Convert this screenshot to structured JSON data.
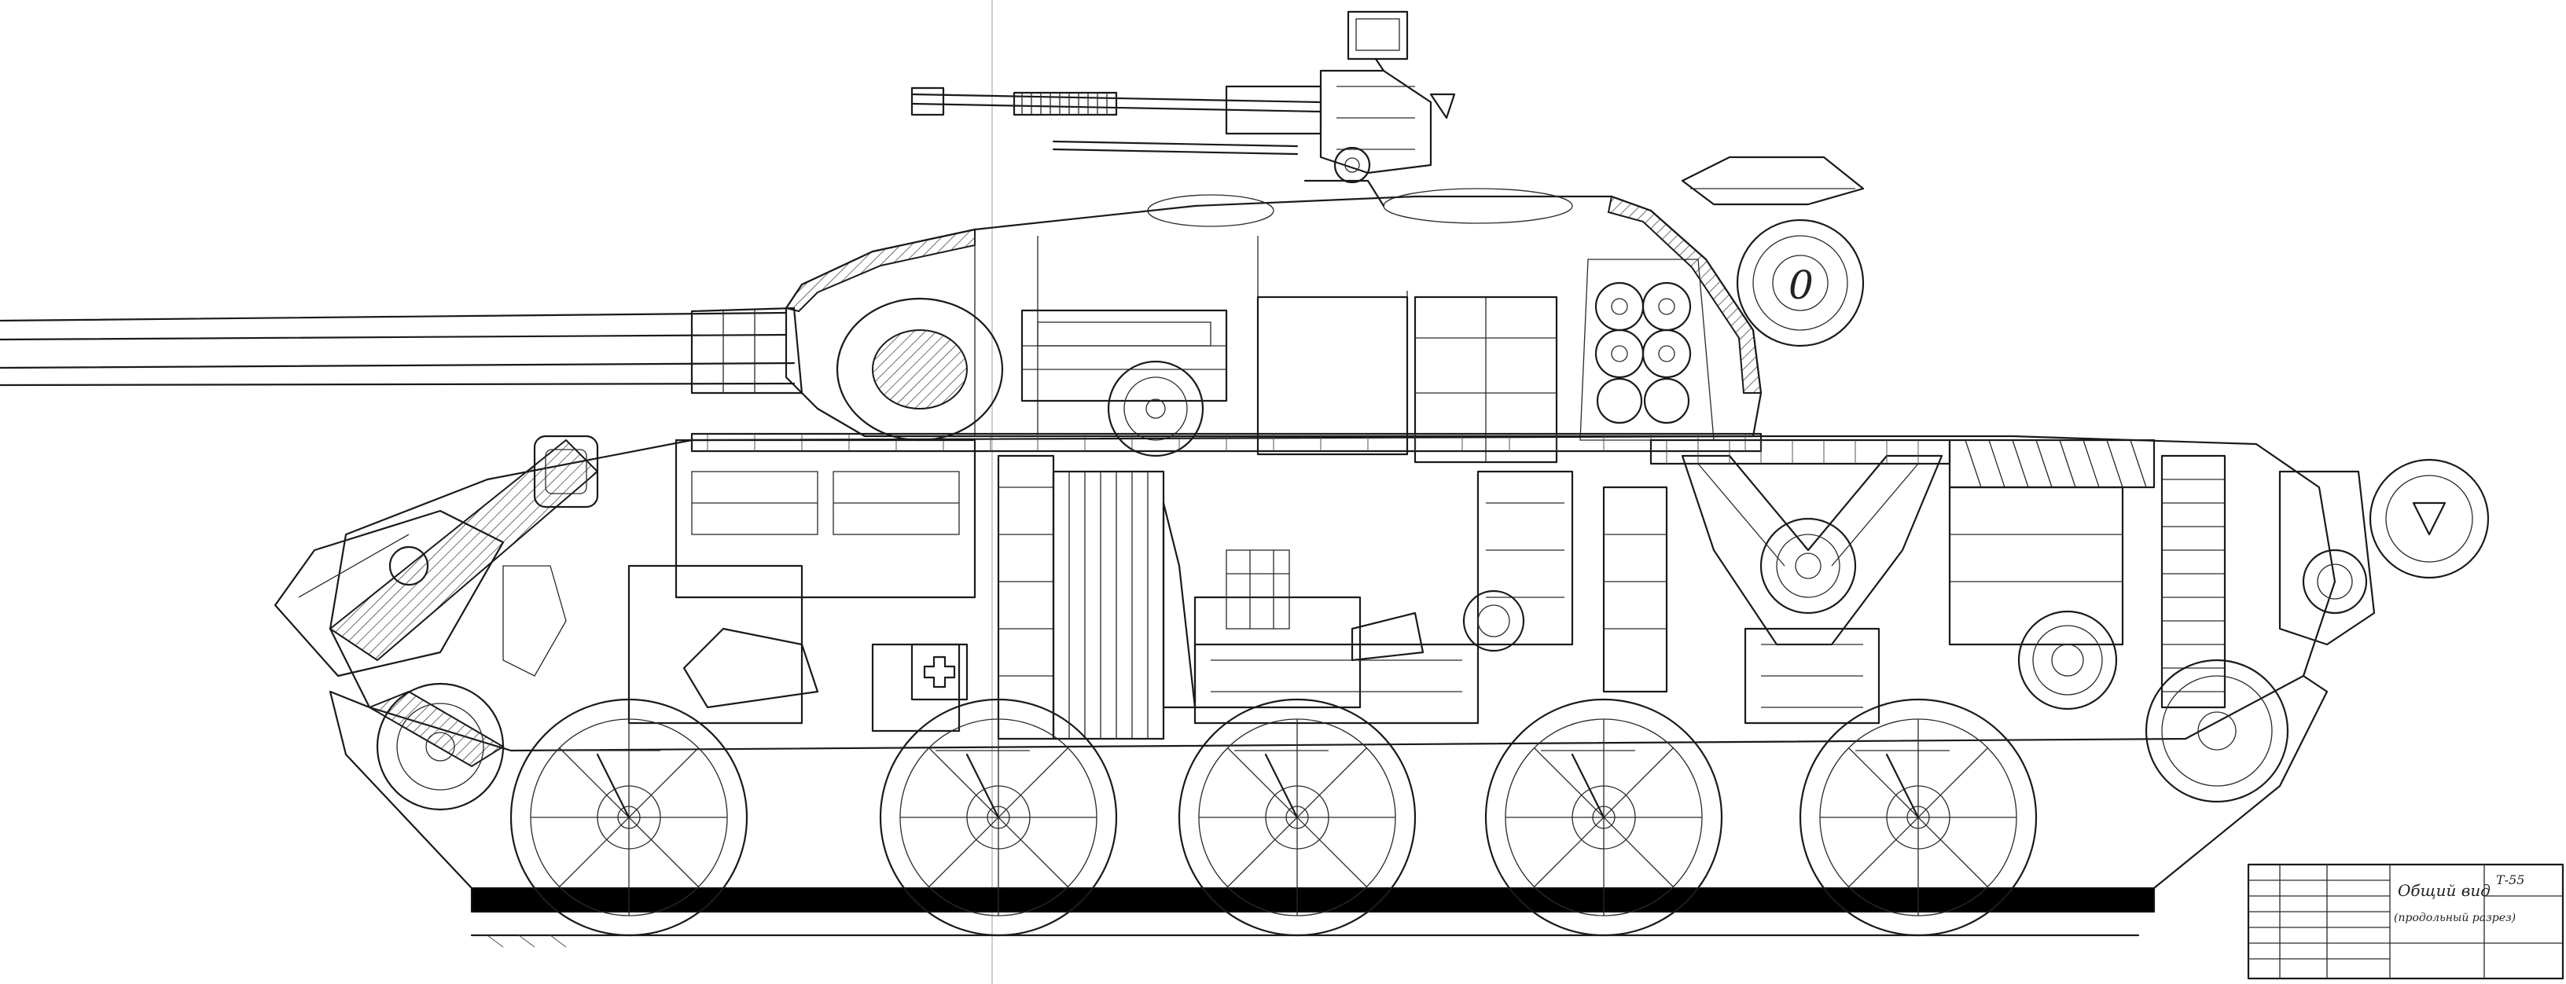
{
  "drawing": {
    "subject": "tank-longitudinal-section",
    "line_color": "#1a1a1a",
    "background": "#ffffff",
    "road_wheel_count": 5,
    "hatch": "diagonal"
  },
  "title_block": {
    "title": "Общий вид",
    "subtitle": "(продольный разрез)",
    "sheet_code": "Т-55"
  }
}
